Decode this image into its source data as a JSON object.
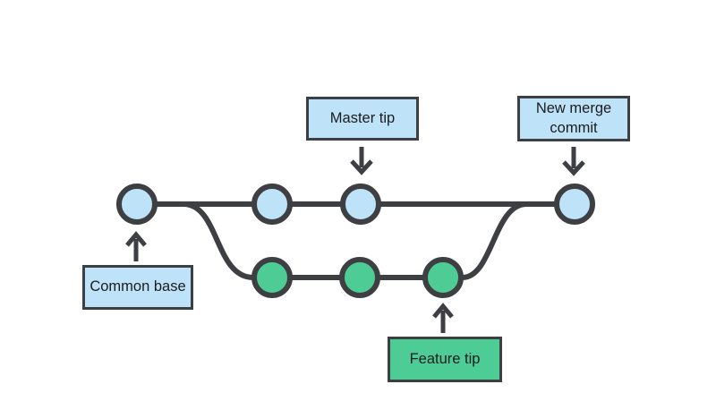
{
  "diagram": {
    "labels": {
      "master_tip": "Master tip",
      "new_merge_commit": "New merge commit",
      "common_base": "Common base",
      "feature_tip": "Feature tip"
    },
    "colors": {
      "master_commit_fill": "#bee3f8",
      "feature_commit_fill": "#4dcd95",
      "line_stroke": "#3e3f42",
      "label_text": "#1b1c1e",
      "background": "#ffffff"
    },
    "nodes": {
      "master_commit_count": 4,
      "feature_commit_count": 3
    }
  }
}
